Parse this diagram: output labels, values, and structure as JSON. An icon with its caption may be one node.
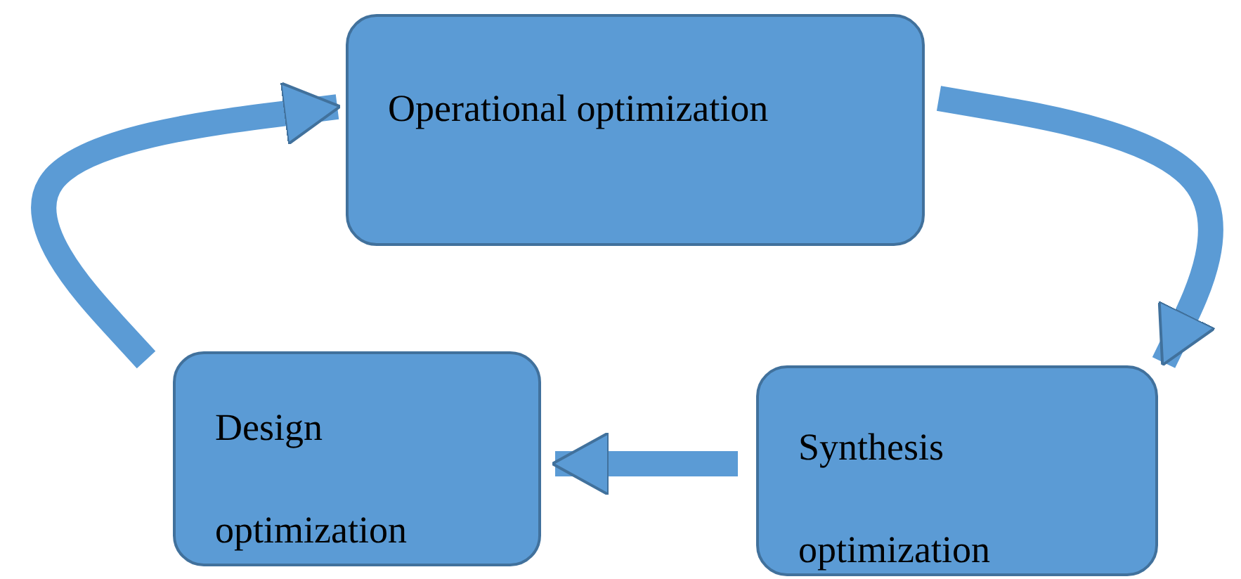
{
  "diagram": {
    "nodes": [
      {
        "text": [
          "Operational optimization"
        ]
      },
      {
        "text": [
          "Synthesis optimization"
        ]
      },
      {
        "text": [
          "Design optimization"
        ]
      }
    ],
    "edges": [
      {
        "from": 0,
        "to": 1,
        "arrow": "to"
      },
      {
        "from": 1,
        "to": 2,
        "arrow": "to"
      },
      {
        "from": 2,
        "to": 0,
        "arrow": "to"
      }
    ]
  }
}
